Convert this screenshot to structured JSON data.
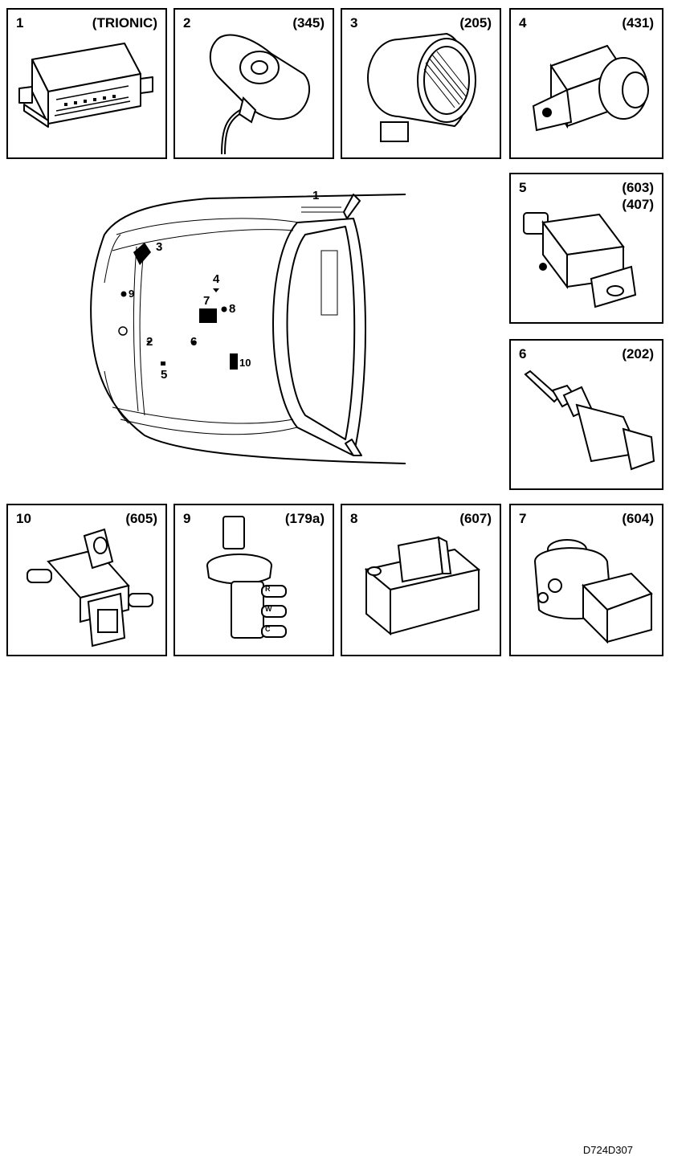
{
  "panels": [
    {
      "num": "1",
      "code": "(TRIONIC)",
      "code2": ""
    },
    {
      "num": "2",
      "code": "(345)",
      "code2": ""
    },
    {
      "num": "3",
      "code": "(205)",
      "code2": ""
    },
    {
      "num": "4",
      "code": "(431)",
      "code2": ""
    },
    {
      "num": "5",
      "code": "(603)",
      "code2": "(407)"
    },
    {
      "num": "6",
      "code": "(202)",
      "code2": ""
    },
    {
      "num": "10",
      "code": "(605)",
      "code2": ""
    },
    {
      "num": "9",
      "code": "(179a)",
      "code2": ""
    },
    {
      "num": "8",
      "code": "(607)",
      "code2": ""
    },
    {
      "num": "7",
      "code": "(604)",
      "code2": ""
    }
  ],
  "car_labels": {
    "l1": "1",
    "l2": "2",
    "l3": "3",
    "l4": "4",
    "l5": "5",
    "l6": "6",
    "l7": "7",
    "l8": "8",
    "l9": "9",
    "l10": "10"
  },
  "valve_port_letters": [
    "R",
    "W",
    "C"
  ],
  "diagram_id": "D724D307"
}
